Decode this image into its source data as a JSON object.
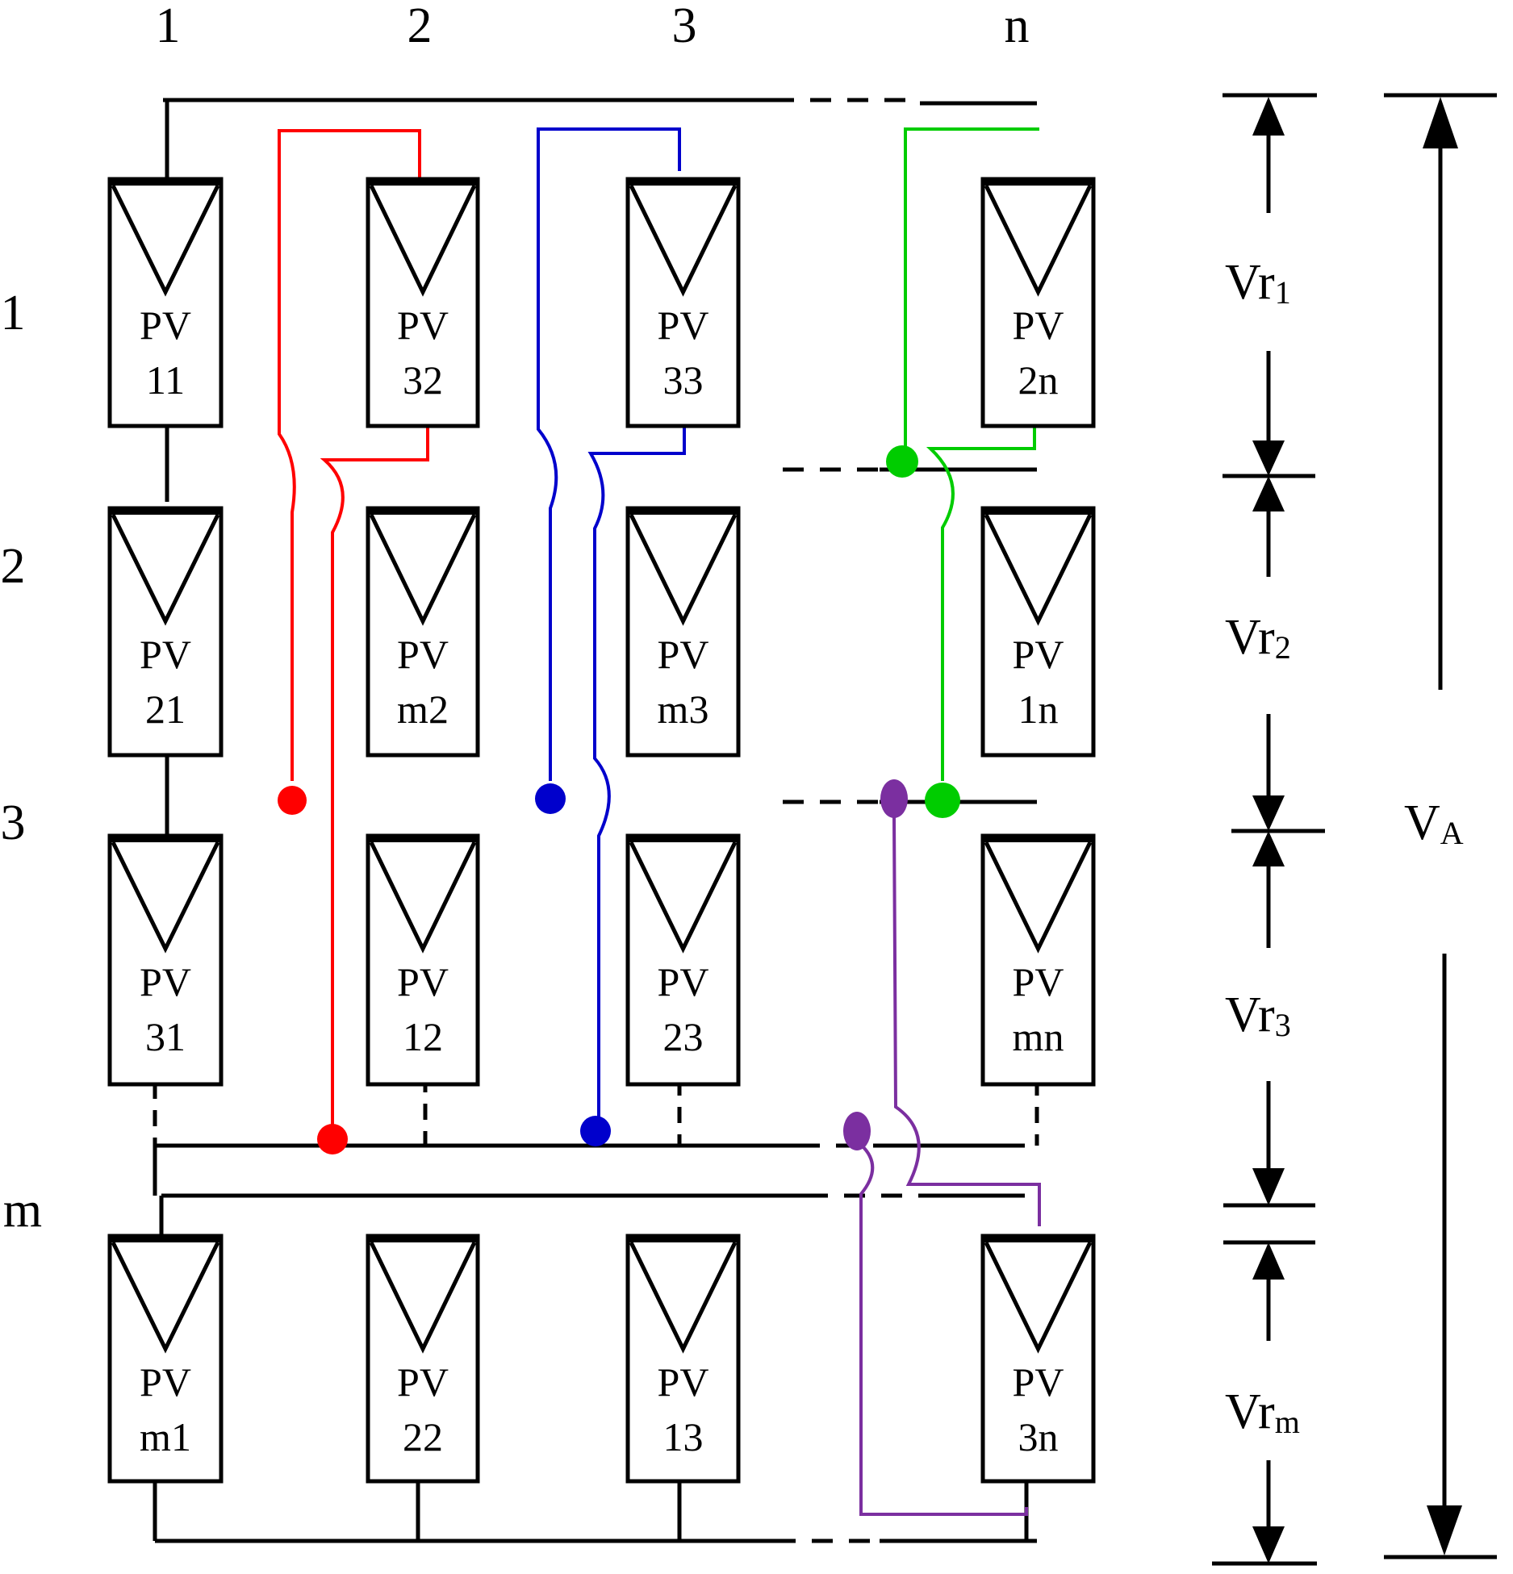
{
  "column_labels": [
    "1",
    "2",
    "3",
    "n"
  ],
  "row_labels": [
    "1",
    "2",
    "3",
    "m"
  ],
  "module_prefix": "PV",
  "modules": [
    [
      "11",
      "32",
      "33",
      "2n"
    ],
    [
      "21",
      "m2",
      "m3",
      "1n"
    ],
    [
      "31",
      "12",
      "23",
      "mn"
    ],
    [
      "m1",
      "22",
      "13",
      "3n"
    ]
  ],
  "voltage_labels": [
    {
      "main": "Vr",
      "sub": "1"
    },
    {
      "main": "Vr",
      "sub": "2"
    },
    {
      "main": "Vr",
      "sub": "3"
    },
    {
      "main": "Vr",
      "sub": "m"
    }
  ],
  "array_voltage": {
    "main": "V",
    "sub": "A"
  },
  "colors": {
    "line": "#000000",
    "red": "#ff0000",
    "blue": "#0000cc",
    "green": "#00cc00",
    "purple": "#7b2fa0"
  }
}
